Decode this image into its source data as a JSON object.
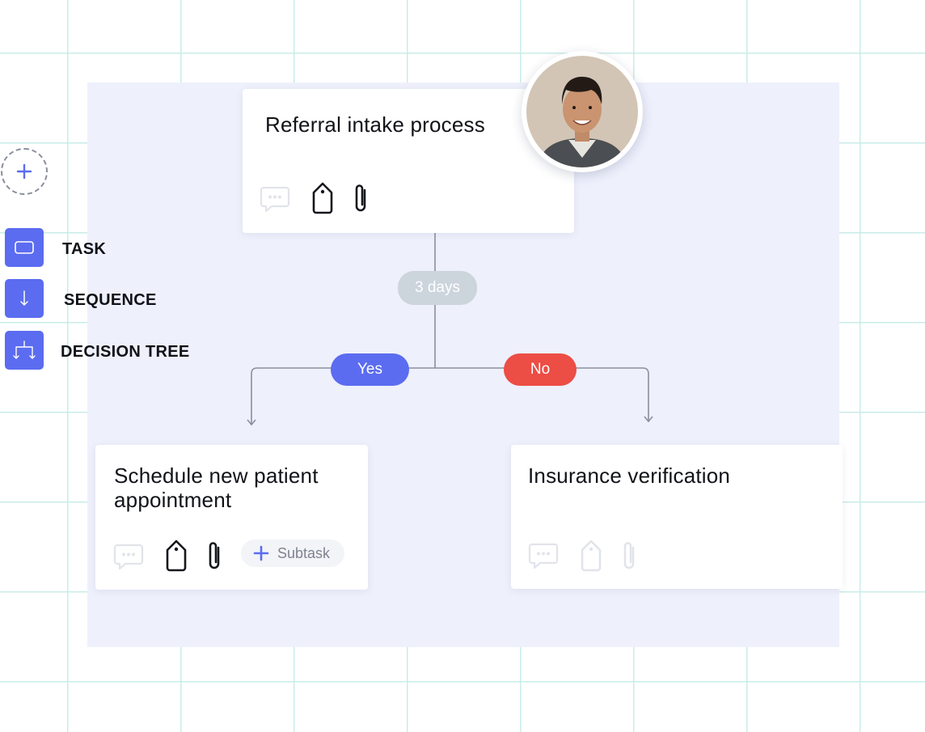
{
  "toolbar": {
    "items": [
      {
        "label": "TASK"
      },
      {
        "label": "SEQUENCE"
      },
      {
        "label": "DECISION TREE"
      }
    ]
  },
  "flow": {
    "root": {
      "title": "Referral intake process"
    },
    "delay": {
      "label": "3 days"
    },
    "branches": {
      "yes": "Yes",
      "no": "No"
    },
    "yes_card": {
      "title_line1": "Schedule new patient",
      "title_line2": "appointment",
      "subtask_label": "Subtask"
    },
    "no_card": {
      "title": "Insurance verification"
    }
  },
  "colors": {
    "accent": "#5b6cf0",
    "no_red": "#ec4d45",
    "delay_gray": "#ccd4dc",
    "canvas": "#eef0fc",
    "grid": "#c9ece8"
  }
}
